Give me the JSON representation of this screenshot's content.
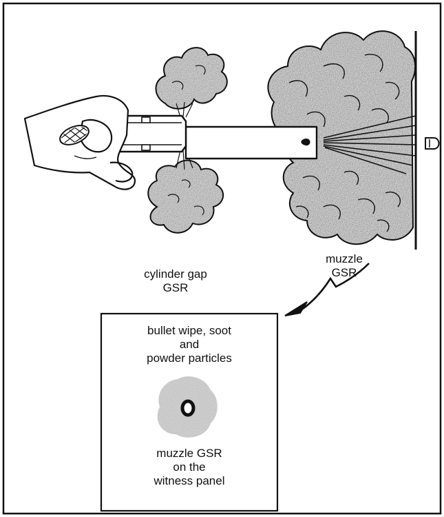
{
  "labels": {
    "cylinder_gap": [
      "cylinder gap",
      "GSR"
    ],
    "muzzle": [
      "muzzle",
      "GSR"
    ],
    "panel_top": [
      "bullet wipe, soot",
      "and",
      "powder particles"
    ],
    "panel_bottom": [
      "muzzle GSR",
      "on the",
      "witness panel"
    ]
  },
  "colors": {
    "ink": "#111111",
    "cloud": "#cfcfcf",
    "cloud_dark": "#9a9a9a",
    "paper": "#ffffff"
  }
}
